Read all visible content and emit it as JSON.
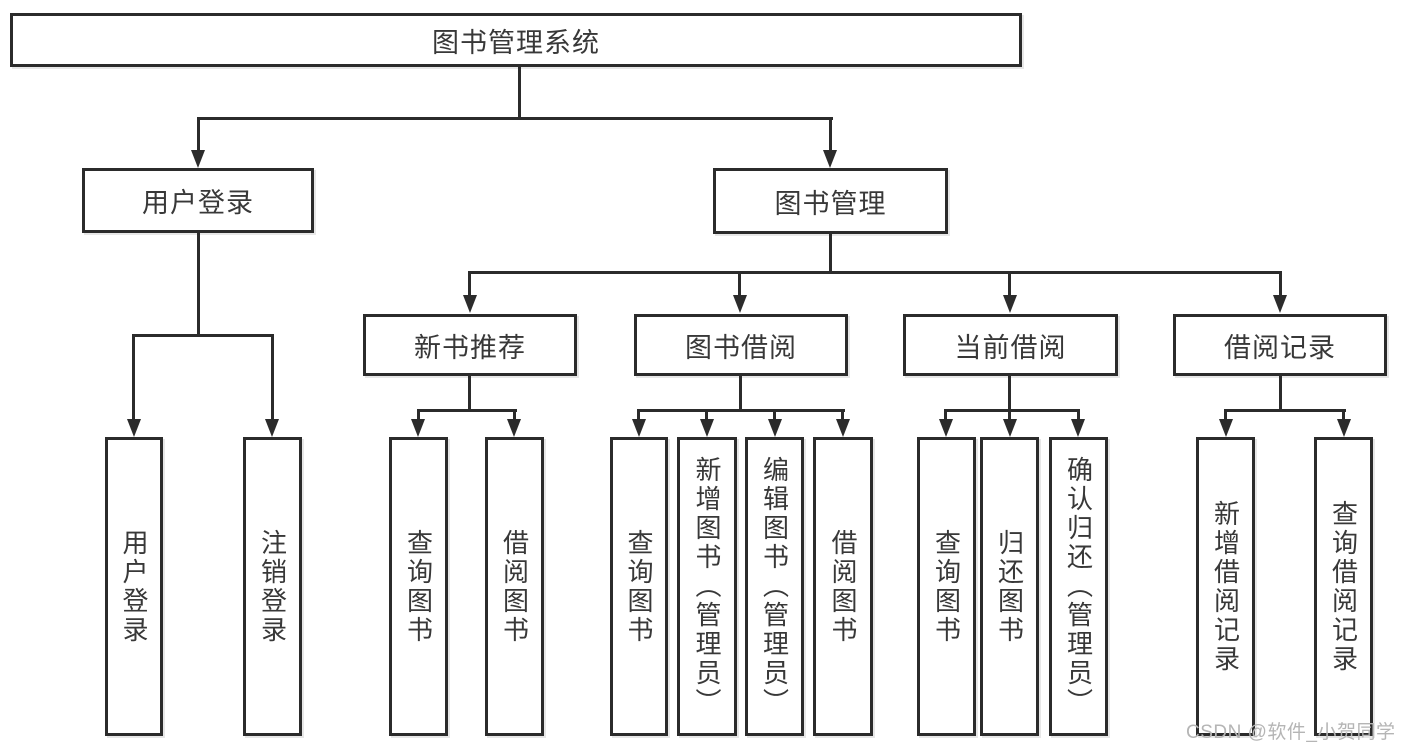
{
  "colors": {
    "line": "#2b2b2b",
    "node_border": "#2b2b2b",
    "node_text": "#383838",
    "background": "#ffffff",
    "watermark": "#b5b5b5"
  },
  "root": {
    "label": "图书管理系统"
  },
  "level2": [
    {
      "label": "用户登录"
    },
    {
      "label": "图书管理"
    }
  ],
  "level3": [
    {
      "label": "新书推荐"
    },
    {
      "label": "图书借阅"
    },
    {
      "label": "当前借阅"
    },
    {
      "label": "借阅记录"
    }
  ],
  "leaves": [
    {
      "label": "用户登录"
    },
    {
      "label": "注销登录"
    },
    {
      "label": "查询图书"
    },
    {
      "label": "借阅图书"
    },
    {
      "label": "查询图书"
    },
    {
      "label": "新增图书（管理员）"
    },
    {
      "label": "编辑图书（管理员）"
    },
    {
      "label": "借阅图书"
    },
    {
      "label": "查询图书"
    },
    {
      "label": "归还图书"
    },
    {
      "label": "确认归还（管理员）"
    },
    {
      "label": "新增借阅记录"
    },
    {
      "label": "查询借阅记录"
    }
  ],
  "watermark": "CSDN @软件_小贺同学"
}
